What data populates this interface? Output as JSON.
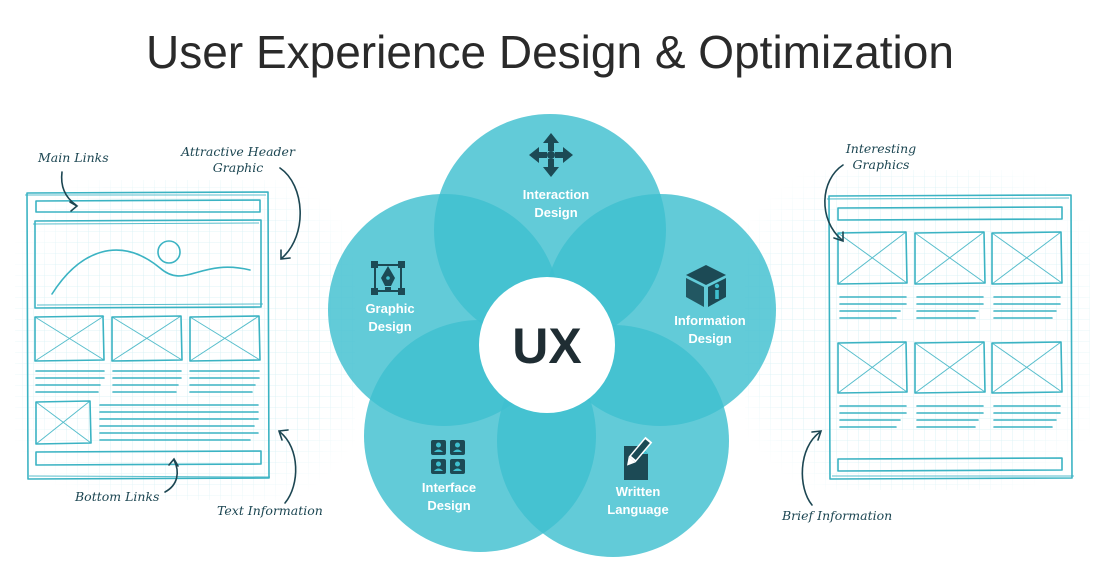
{
  "title": "User Experience Design & Optimization",
  "center": {
    "label": "UX"
  },
  "petals": [
    {
      "label_lines": [
        "Interaction",
        "Design"
      ],
      "icon": "move-arrows-icon"
    },
    {
      "label_lines": [
        "Information",
        "Design"
      ],
      "icon": "info-box-icon"
    },
    {
      "label_lines": [
        "Written",
        "Language"
      ],
      "icon": "document-pencil-icon"
    },
    {
      "label_lines": [
        "Interface",
        "Design"
      ],
      "icon": "user-grid-icon"
    },
    {
      "label_lines": [
        "Graphic",
        "Design"
      ],
      "icon": "pen-tool-icon"
    }
  ],
  "annotations": {
    "main_links": "Main Links",
    "header_graphic": [
      "Attractive Header",
      "Graphic"
    ],
    "bottom_links": "Bottom Links",
    "text_information": "Text Information",
    "interesting_graphics": [
      "Interesting",
      "Graphics"
    ],
    "brief_information": "Brief Information"
  },
  "colors": {
    "petal": "#3fbfcf",
    "accent_dark": "#1c4652",
    "sketch": "#3bb3c3"
  }
}
